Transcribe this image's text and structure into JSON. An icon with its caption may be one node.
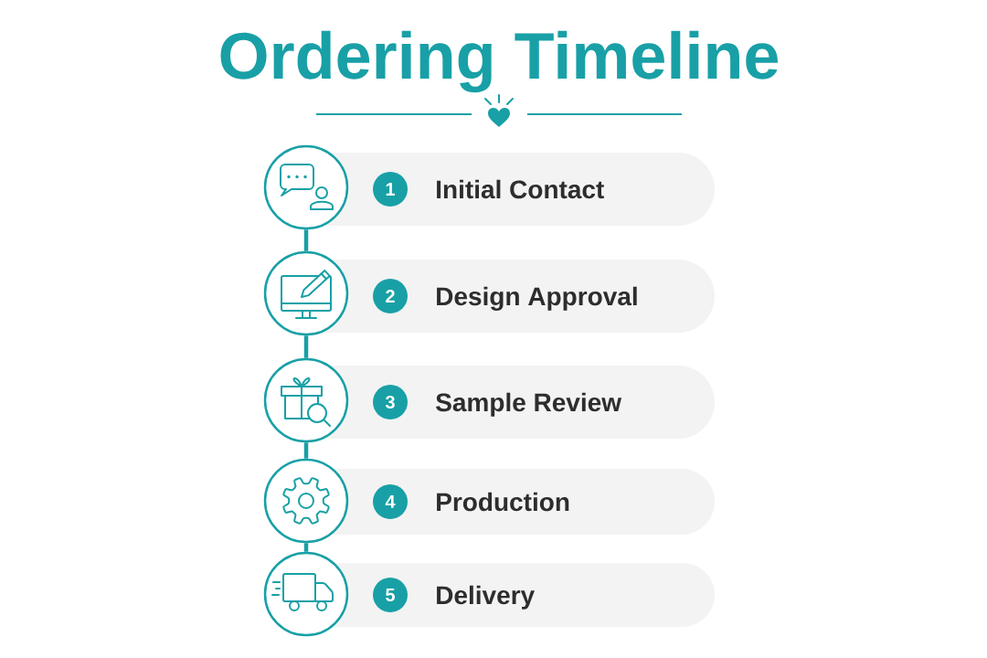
{
  "diagram": {
    "title": "Ordering Timeline",
    "nodes": [
      {
        "text": [],
        "shape": "circle"
      },
      {
        "text": [
          "Initial Contact"
        ]
      },
      {
        "text": [
          "1"
        ],
        "in": 1
      },
      {
        "text": [],
        "shape": "circle"
      },
      {
        "text": [
          "Design Approval"
        ]
      },
      {
        "text": [
          "2"
        ],
        "in": 4
      },
      {
        "text": [],
        "shape": "circle"
      },
      {
        "text": [
          "Sample Review"
        ]
      },
      {
        "text": [
          "3"
        ],
        "in": 7
      },
      {
        "text": [],
        "shape": "circle"
      },
      {
        "text": [
          "Production"
        ]
      },
      {
        "text": [
          "4"
        ],
        "in": 10
      },
      {
        "text": [],
        "shape": "circle"
      },
      {
        "text": [
          "Delivery"
        ]
      },
      {
        "text": [
          "5"
        ],
        "in": 13
      }
    ],
    "edges": [
      {
        "from": 0,
        "to": 3,
        "arrow": "none"
      },
      {
        "from": 3,
        "to": 6,
        "arrow": "none"
      },
      {
        "from": 6,
        "to": 9,
        "arrow": "none"
      },
      {
        "from": 9,
        "to": 12,
        "arrow": "none"
      }
    ]
  }
}
